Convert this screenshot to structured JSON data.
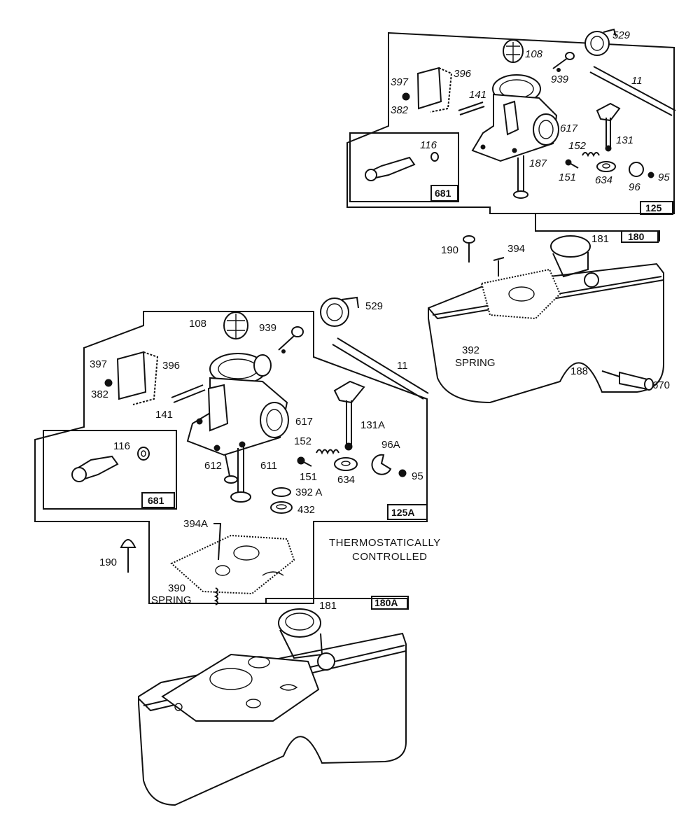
{
  "upper_assembly": {
    "callouts": [
      "529",
      "108",
      "939",
      "11",
      "397",
      "396",
      "382",
      "141",
      "617",
      "131",
      "116",
      "152",
      "151",
      "634",
      "95",
      "96",
      "187"
    ],
    "boxes": [
      "681",
      "125",
      "180"
    ],
    "tank_callouts": [
      "181",
      "190",
      "394",
      "392",
      "188",
      "670"
    ],
    "spring_label": "SPRING"
  },
  "lower_assembly": {
    "callouts": [
      "108",
      "939",
      "529",
      "397",
      "396",
      "382",
      "141",
      "11",
      "617",
      "131A",
      "116",
      "152",
      "151",
      "634",
      "96A",
      "95",
      "612",
      "611",
      "392 A",
      "432",
      "394A",
      "190",
      "390",
      "181"
    ],
    "boxes": [
      "681",
      "125A",
      "180A"
    ],
    "spring_label": "SPRING"
  },
  "note": {
    "line1": "THERMOSTATICALLY",
    "line2": "CONTROLLED"
  }
}
